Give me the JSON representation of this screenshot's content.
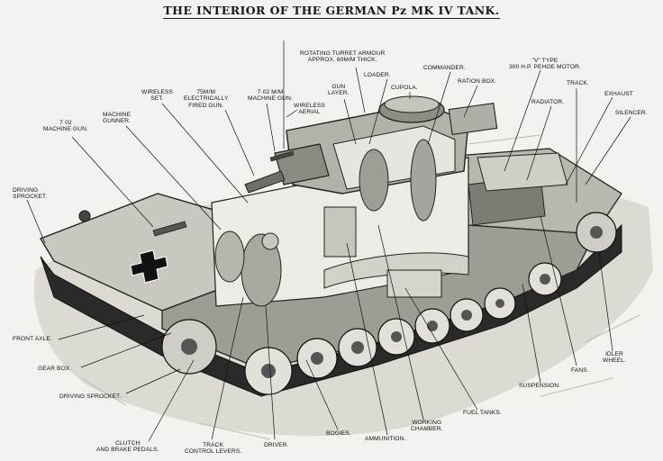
{
  "title": "THE INTERIOR OF THE GERMAN Pz MK IV TANK.",
  "labels": {
    "rotating_turret_armour": "ROTATING TURRET ARMOUR\nAPPROX. 60m/m THICK.",
    "loader": "LOADER.",
    "commander": "COMMANDER.",
    "v_type_motor": "\"V\" TYPE\n300 H.P. PEHOE MOTOR.",
    "ration_box": "RATION BOX.",
    "cupola": "CUPOLA.",
    "gun_layer": "GUN\nLAYER.",
    "wireless_aerial": "WIRELESS\nAERIAL",
    "machine_gun_702_turret": "7·02 m/m\nMACHINE GUN.",
    "gun_75mm": "75m/m\nELECTRICALLY\nFIRED GUN.",
    "wireless_set": "WIRELESS\nSET.",
    "machine_gunner": "MACHINE\nGUNNER.",
    "machine_gun_702_hull": "7·02\nMACHINE GUN.",
    "driving_sprocket_top": "DRIVING\nSPROCKET.",
    "track": "TRACK.",
    "exhaust": "EXHAUST",
    "radiator": "RADIATOR.",
    "silencer": "SILENCER.",
    "front_axle": "FRONT AXLE.",
    "gear_box": "GEAR BOX.",
    "driving_sprocket_bottom": "DRIVING SPROCKET.",
    "clutch_brake": "CLUTCH\nAND BRAKE PEDALS.",
    "track_control": "TRACK\nCONTROL LEVERS.",
    "driver": "DRIVER.",
    "bogies": "BOGIES.",
    "ammunition": "AMMUNITION.",
    "working_chamber": "WORKING\nCHAMBER.",
    "fuel_tanks": "FUEL TANKS.",
    "suspension": "SUSPENSION.",
    "fans": "FANS.",
    "idler_wheel": "IDLER\nWHEEL."
  }
}
